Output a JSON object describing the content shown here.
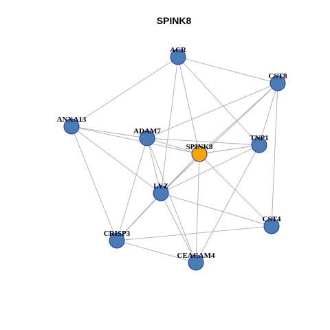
{
  "title": "SPINK8",
  "colors": {
    "node_default": "#4a7db4",
    "node_focus": "#ffa500",
    "node_border": "#1f2fbf",
    "edge": "#aaaaaa"
  },
  "nodes": [
    {
      "id": "ACR",
      "label": "ACR",
      "focus": false
    },
    {
      "id": "CST8",
      "label": "CST8",
      "focus": false
    },
    {
      "id": "ANXA13",
      "label": "ANXA13",
      "focus": false
    },
    {
      "id": "ADAM7",
      "label": "ADAM7",
      "focus": false
    },
    {
      "id": "SPINK8",
      "label": "SPINK8",
      "focus": true
    },
    {
      "id": "TNP1",
      "label": "TNP1",
      "focus": false
    },
    {
      "id": "LYZ",
      "label": "LYZ",
      "focus": false
    },
    {
      "id": "CST4",
      "label": "CST4",
      "focus": false
    },
    {
      "id": "CRISP3",
      "label": "CRISP3",
      "focus": false
    },
    {
      "id": "CEACAM4",
      "label": "CEACAM4",
      "focus": false
    }
  ],
  "edges": [
    [
      "ACR",
      "CST8"
    ],
    [
      "ACR",
      "ANXA13"
    ],
    [
      "ACR",
      "SPINK8"
    ],
    [
      "ACR",
      "TNP1"
    ],
    [
      "ACR",
      "LYZ"
    ],
    [
      "CST8",
      "ADAM7"
    ],
    [
      "CST8",
      "SPINK8"
    ],
    [
      "CST8",
      "TNP1"
    ],
    [
      "CST8",
      "LYZ"
    ],
    [
      "CST8",
      "CST4"
    ],
    [
      "ANXA13",
      "ADAM7"
    ],
    [
      "ANXA13",
      "SPINK8"
    ],
    [
      "ANXA13",
      "LYZ"
    ],
    [
      "ANXA13",
      "CRISP3"
    ],
    [
      "ADAM7",
      "TNP1"
    ],
    [
      "ADAM7",
      "LYZ"
    ],
    [
      "ADAM7",
      "CRISP3"
    ],
    [
      "ADAM7",
      "CEACAM4"
    ],
    [
      "ADAM7",
      "SPINK8"
    ],
    [
      "SPINK8",
      "TNP1"
    ],
    [
      "SPINK8",
      "LYZ"
    ],
    [
      "SPINK8",
      "CRISP3"
    ],
    [
      "SPINK8",
      "CEACAM4"
    ],
    [
      "SPINK8",
      "CST4"
    ],
    [
      "TNP1",
      "LYZ"
    ],
    [
      "TNP1",
      "CEACAM4"
    ],
    [
      "LYZ",
      "CST4"
    ],
    [
      "LYZ",
      "CRISP3"
    ],
    [
      "LYZ",
      "CEACAM4"
    ],
    [
      "CST4",
      "CRISP3"
    ],
    [
      "CRISP3",
      "CEACAM4"
    ]
  ]
}
